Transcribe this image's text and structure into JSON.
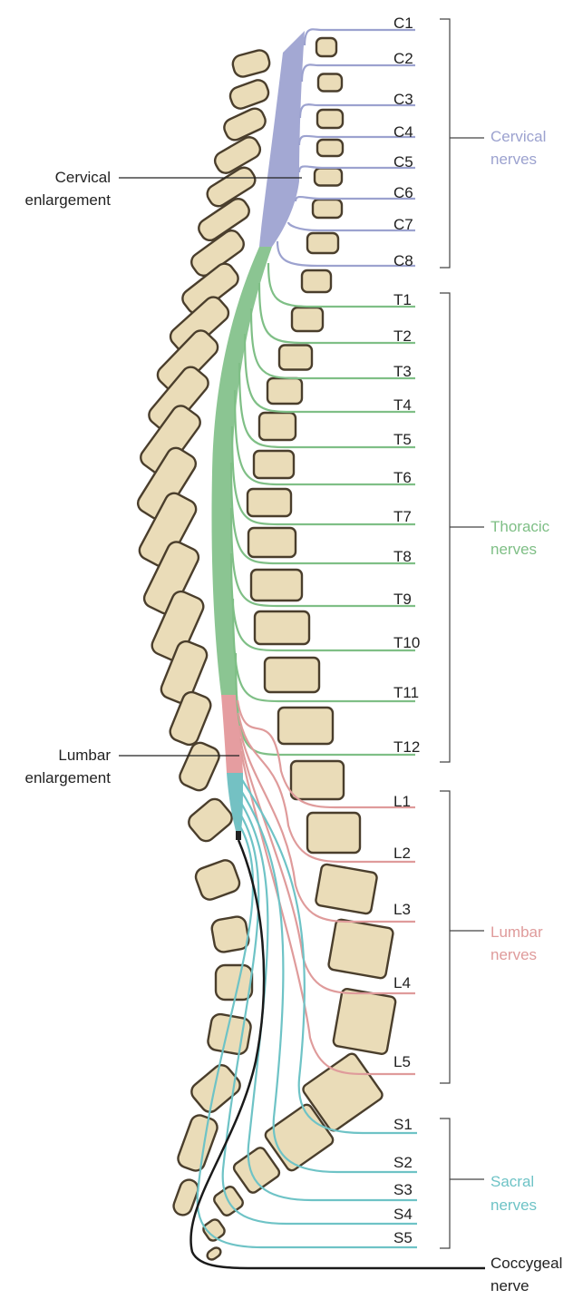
{
  "colors": {
    "cervical": "#9ca2cf",
    "thoracic": "#7fbf86",
    "lumbar": "#df9b9b",
    "sacral": "#6ec3c6",
    "coccygeal": "#1a1a1a",
    "cervical_cord": "#a3a8d3",
    "thoracic_cord": "#8bc592",
    "lumbar_cord": "#e59da0",
    "sacral_cord": "#74c1c3",
    "bone_fill": "#eadcb8",
    "bone_stroke": "#4a3e2c",
    "label_dark": "#222222",
    "bracket": "#444444"
  },
  "left_labels": [
    {
      "id": "cervical-enlargement",
      "lines": [
        "Cervical",
        "enlargement"
      ]
    },
    {
      "id": "lumbar-enlargement",
      "lines": [
        "Lumbar",
        "enlargement"
      ]
    }
  ],
  "nerve_labels": [
    "C1",
    "C2",
    "C3",
    "C4",
    "C5",
    "C6",
    "C7",
    "C8",
    "T1",
    "T2",
    "T3",
    "T4",
    "T5",
    "T6",
    "T7",
    "T8",
    "T9",
    "T10",
    "T11",
    "T12",
    "L1",
    "L2",
    "L3",
    "L4",
    "L5",
    "S1",
    "S2",
    "S3",
    "S4",
    "S5"
  ],
  "groups": [
    {
      "id": "cervical",
      "lines": [
        "Cervical",
        "nerves"
      ]
    },
    {
      "id": "thoracic",
      "lines": [
        "Thoracic",
        "nerves"
      ]
    },
    {
      "id": "lumbar",
      "lines": [
        "Lumbar",
        "nerves"
      ]
    },
    {
      "id": "sacral",
      "lines": [
        "Sacral",
        "nerves"
      ]
    },
    {
      "id": "coccygeal",
      "lines": [
        "Coccygeal",
        "nerve"
      ]
    }
  ]
}
